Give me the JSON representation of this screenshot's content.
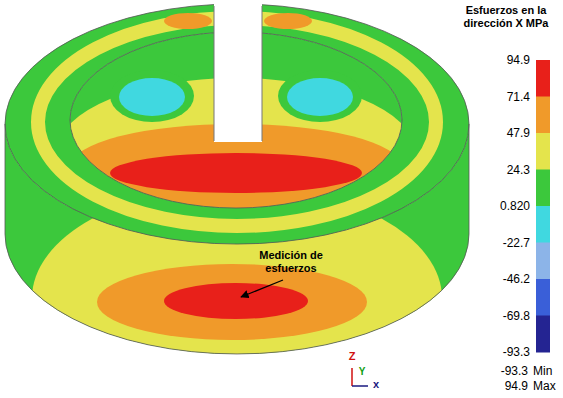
{
  "diagram": {
    "title": "Esfuerzos en la dirección X MPa",
    "labels": [
      "Medición de esfuerzos",
      "-93.3",
      "-93.3",
      "Min",
      "94.9",
      "Max",
      "Z",
      "Y",
      "x"
    ],
    "legend": [
      {
        "text": "94.9",
        "color": "#e8201a"
      },
      {
        "text": "71.4",
        "color": "#f09a2a"
      },
      {
        "text": "47.9",
        "color": "#e4e44c"
      },
      {
        "text": "24.3",
        "color": "#3cc83c"
      },
      {
        "text": "0.820",
        "color": "#40d8e0"
      },
      {
        "text": "-22.7",
        "color": "#8cb4e8"
      },
      {
        "text": "-46.2",
        "color": "#3a5fd8"
      },
      {
        "text": "-69.8",
        "color": "#242492"
      }
    ]
  }
}
